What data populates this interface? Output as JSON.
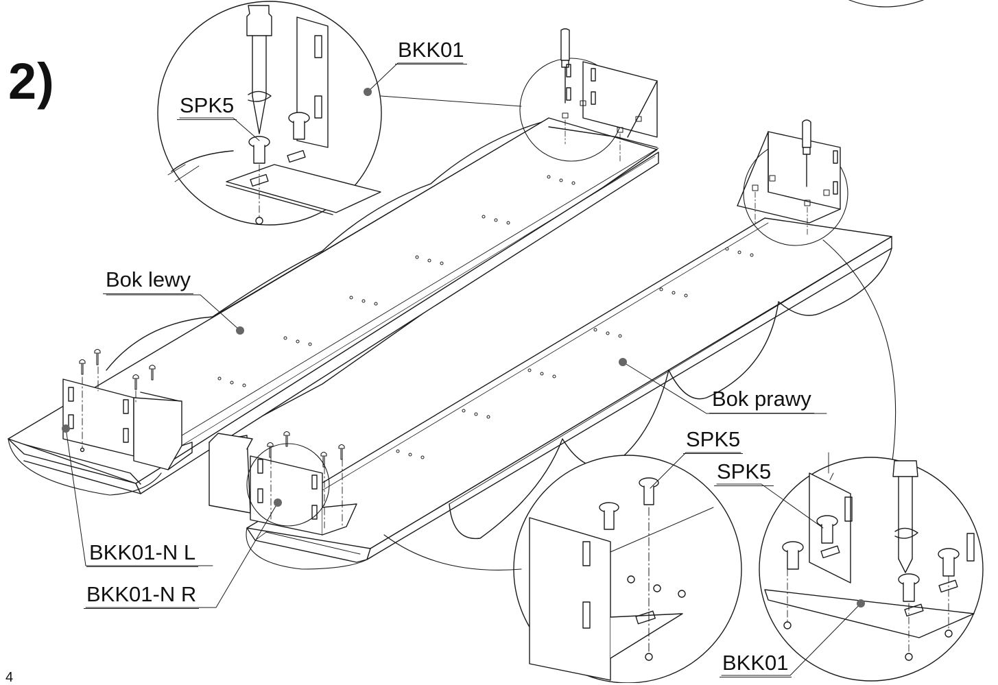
{
  "step_label": "2)",
  "page_number": "4",
  "labels": {
    "bkk01_top": "BKK01",
    "spk5_top": "SPK5",
    "bok_lewy": "Bok lewy",
    "bok_prawy": "Bok prawy",
    "spk5_mid": "SPK5",
    "spk5_right": "SPK5",
    "bkk01_bottom": "BKK01",
    "bkk01_n_l": "BKK01-N L",
    "bkk01_n_r": "BKK01-N R"
  },
  "colors": {
    "line": "#1a1a1a",
    "leader_dot": "#666666",
    "background": "#ffffff"
  }
}
